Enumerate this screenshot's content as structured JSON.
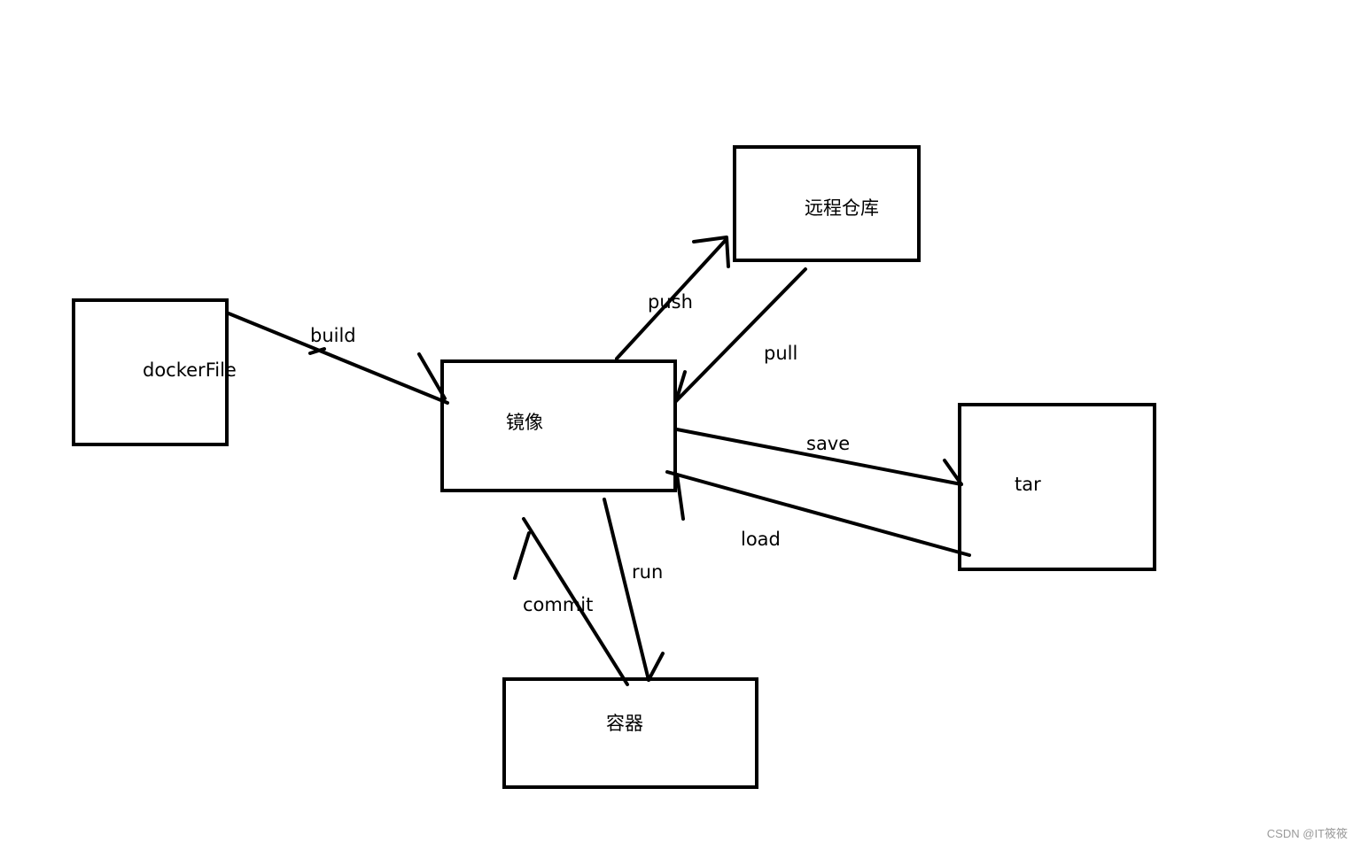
{
  "nodes": {
    "dockerfile": "dockerFile",
    "image": "镜像",
    "registry": "远程仓库",
    "tar": "tar",
    "container": "容器"
  },
  "edges": {
    "build": "build",
    "push": "push",
    "pull": "pull",
    "save": "save",
    "load": "load",
    "run": "run",
    "commit": "commit"
  },
  "colors": {
    "stroke": "#000000",
    "background": "#ffffff",
    "watermark": "#9a9a9a"
  },
  "watermark": "CSDN @IT筱筱"
}
